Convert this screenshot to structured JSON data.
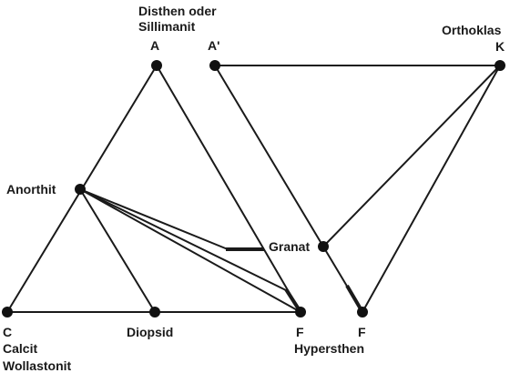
{
  "labels": {
    "a_top": "Disthen oder",
    "a_top2": "Sillimanit",
    "a": "A",
    "a_prime": "A'",
    "orthoklas": "Orthoklas",
    "k": "K",
    "anorthit": "Anorthit",
    "granat": "Granat",
    "c": "C",
    "calcit": "Calcit",
    "wollastonit": "Wollastonit",
    "diopsid": "Diopsid",
    "f_left": "F",
    "f_right": "F",
    "hypersthen": "Hypersthen"
  },
  "colors": {
    "ink": "#1a1a1a",
    "background": "#ffffff"
  }
}
